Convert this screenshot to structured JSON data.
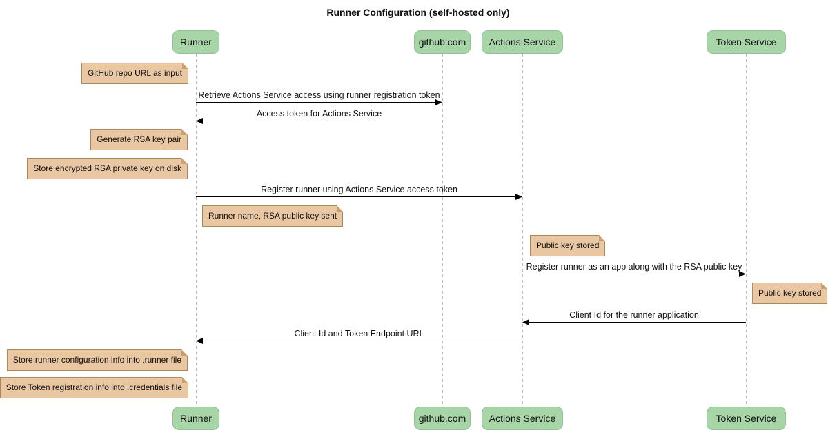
{
  "title": "Runner Configuration (self-hosted only)",
  "participants": [
    {
      "label": "Runner"
    },
    {
      "label": "github.com"
    },
    {
      "label": "Actions Service"
    },
    {
      "label": "Token Service"
    }
  ],
  "messages": [
    {
      "from": "Runner",
      "to": "github.com",
      "text": "Retrieve Actions Service access using runner registration token"
    },
    {
      "from": "github.com",
      "to": "Runner",
      "text": "Access token for Actions Service"
    },
    {
      "from": "Runner",
      "to": "Actions Service",
      "text": "Register runner using Actions Service access token"
    },
    {
      "from": "Actions Service",
      "to": "Token Service",
      "text": "Register runner as an app along with the RSA public key"
    },
    {
      "from": "Token Service",
      "to": "Actions Service",
      "text": "Client Id for the runner application"
    },
    {
      "from": "Actions Service",
      "to": "Runner",
      "text": "Client Id and Token Endpoint URL"
    }
  ],
  "notes": [
    {
      "target": "Runner",
      "side": "left",
      "text": "GitHub repo URL as input"
    },
    {
      "target": "Runner",
      "side": "left",
      "text": "Generate RSA key pair"
    },
    {
      "target": "Runner",
      "side": "left",
      "text": "Store encrypted RSA private key on disk"
    },
    {
      "target": "Runner",
      "side": "right",
      "text": "Runner name, RSA public key sent"
    },
    {
      "target": "Actions Service",
      "side": "right",
      "text": "Public key stored"
    },
    {
      "target": "Token Service",
      "side": "right",
      "text": "Public key stored"
    },
    {
      "target": "Runner",
      "side": "left",
      "text": "Store runner configuration info into .runner file"
    },
    {
      "target": "Runner",
      "side": "left",
      "text": "Store Token registration info into .credentials file"
    }
  ],
  "colors": {
    "participant_fill": "#a8d5a8",
    "participant_border": "#8fc492",
    "note_fill": "#e9c7a2",
    "note_border": "#ab8857",
    "lifeline": "#bbbbbb",
    "arrow": "#000000"
  }
}
